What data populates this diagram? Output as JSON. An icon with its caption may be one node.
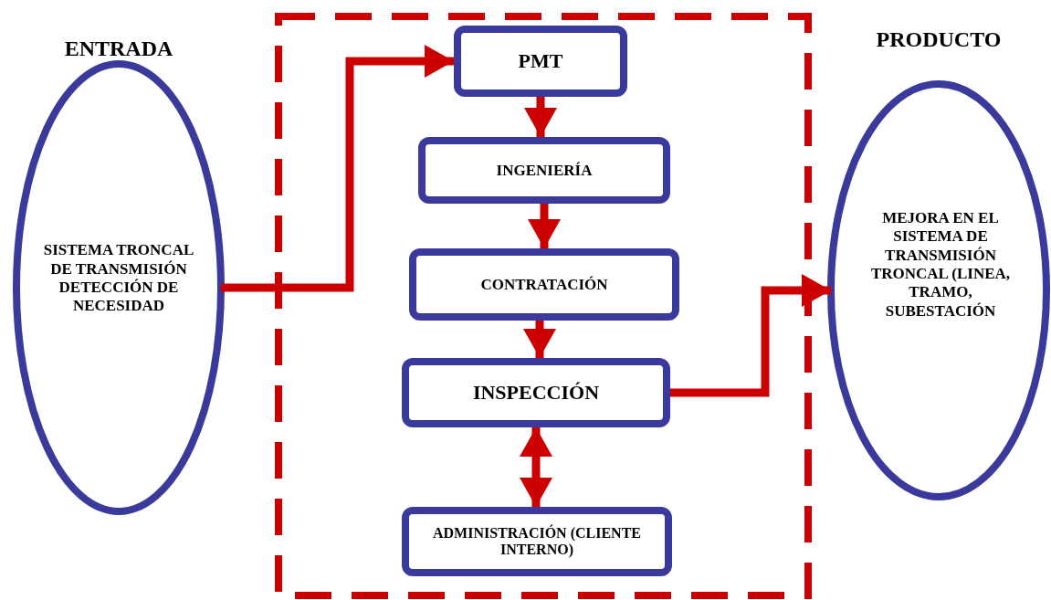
{
  "diagram": {
    "nodes": [
      {
        "text": [
          "ENTRADA",
          "SISTEMA TRONCAL DE TRANSMISIÓN DETECCIÓN DE NECESIDAD"
        ]
      },
      {
        "text": [],
        "shape": "box"
      },
      {
        "text": [
          "PMT"
        ],
        "in": 1
      },
      {
        "text": [
          "INGENIERÍA"
        ],
        "in": 1
      },
      {
        "text": [
          "CONTRATACIÓN"
        ],
        "in": 1
      },
      {
        "text": [
          "INSPECCIÓN"
        ],
        "in": 1
      },
      {
        "text": [
          "ADMINISTRACIÓN (CLIENTE INTERNO)"
        ],
        "in": 1
      },
      {
        "text": [
          "PRODUCTO",
          "MEJORA EN EL SISTEMA DE TRANSMISIÓN TRONCAL (LINEA, TRAMO, SUBESTACIÓN"
        ]
      }
    ],
    "edges": [
      {
        "from": 0,
        "to": 2,
        "arrow": "to"
      },
      {
        "from": 2,
        "to": 3,
        "arrow": "to"
      },
      {
        "from": 3,
        "to": 4,
        "arrow": "to"
      },
      {
        "from": 4,
        "to": 5,
        "arrow": "to"
      },
      {
        "from": 5,
        "to": 6,
        "arrow": "both"
      },
      {
        "from": 5,
        "to": 7,
        "arrow": "to"
      }
    ]
  }
}
